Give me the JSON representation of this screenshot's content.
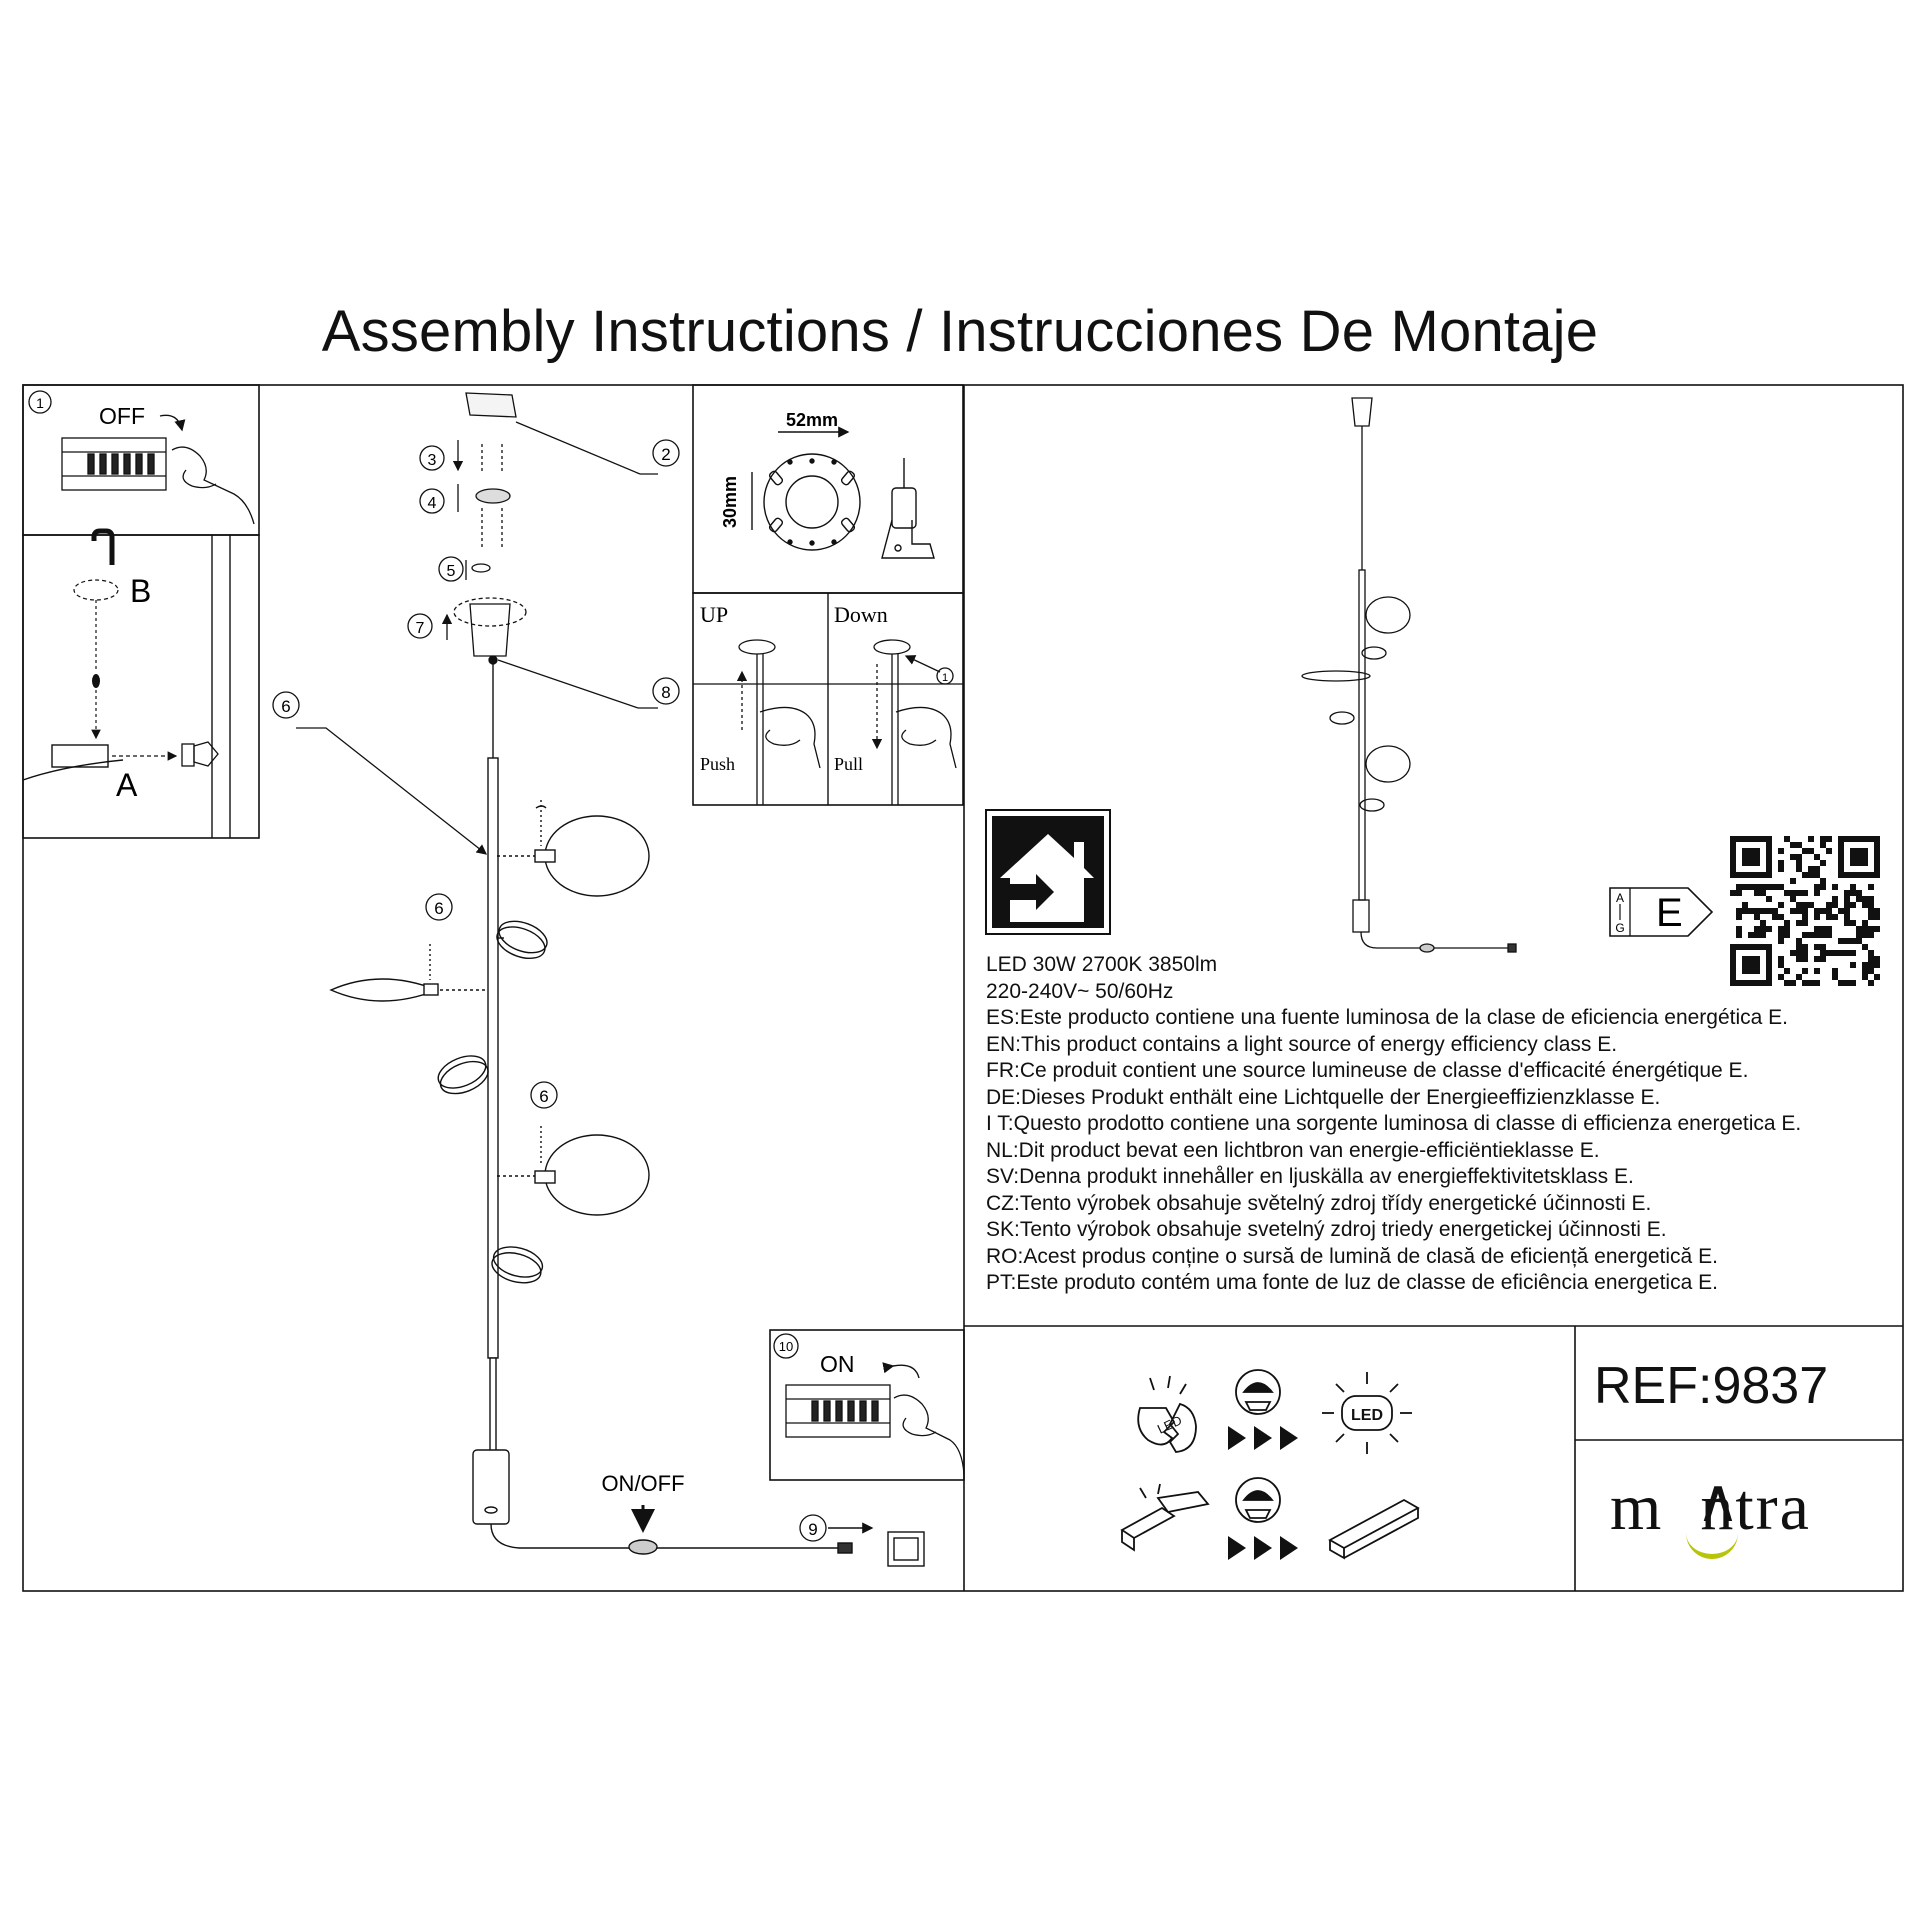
{
  "title": "Assembly Instructions / Instrucciones De Montaje",
  "steps": {
    "s1": "1",
    "s2": "2",
    "s3": "3",
    "s4": "4",
    "s5": "5",
    "s6": "6",
    "s7": "7",
    "s8": "8",
    "s9": "9",
    "s10": "10"
  },
  "switch": {
    "off": "OFF",
    "on": "ON",
    "on_off": "ON/OFF"
  },
  "hook": {
    "a": "A",
    "b": "B"
  },
  "mount": {
    "width": "52mm",
    "height": "30mm"
  },
  "updown": {
    "up": "UP",
    "down": "Down",
    "push": "Push",
    "pull": "Pull",
    "one": "1"
  },
  "energy": {
    "class": "E",
    "scale_top": "A",
    "scale_bottom": "G"
  },
  "specs": [
    "LED 30W 2700K 3850lm",
    "220-240V~ 50/60Hz",
    "ES:Este producto contiene una fuente luminosa de la clase de eficiencia energética E.",
    "EN:This product contains a light source of energy efficiency class E.",
    "FR:Ce produit contient une source lumineuse de classe d'efficacité énergétique E.",
    "DE:Dieses Produkt enthält eine Lichtquelle der Energieeffizienzklasse E.",
    "I T:Questo prodotto contiene una sorgente luminosa di classe di efficienza energetica E.",
    "NL:Dit product bevat een lichtbron van energie-efficiëntieklasse E.",
    "SV:Denna produkt innehåller en ljuskälla av energieffektivitetsklass E.",
    "CZ:Tento výrobek obsahuje světelný zdroj třídy energetické účinnosti E.",
    "SK:Tento výrobok obsahuje svetelný zdroj triedy energetickej účinnosti E.",
    "RO:Acest produs conține o sursă de lumină de clasă de eficiență energetică E.",
    "PT:Este produto contém uma fonte de luz de classe de eficiência energetica E."
  ],
  "icons": {
    "led": "LED",
    "led_broken": "LED"
  },
  "ref": "REF:9837",
  "logo": {
    "text": "mantra",
    "accent": "#b8c40a"
  }
}
